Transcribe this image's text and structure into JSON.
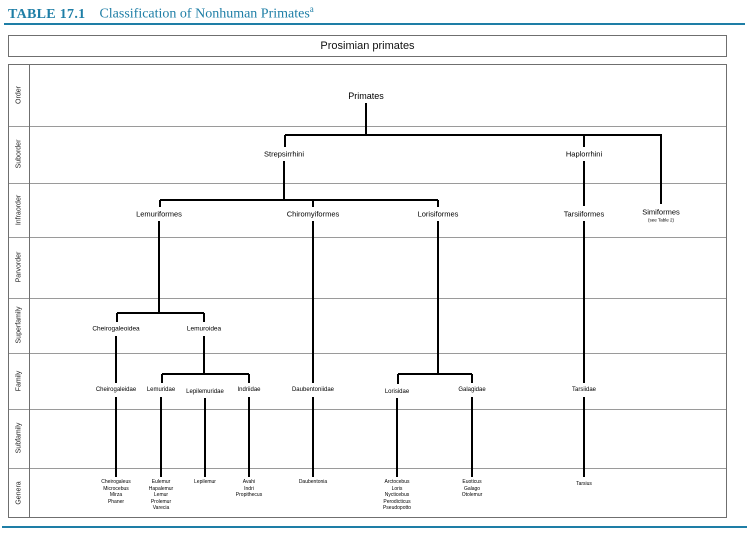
{
  "title": {
    "label": "TABLE 17.1",
    "text": "Classification of Nonhuman Primates",
    "superscript": "a"
  },
  "header": "Prosimian primates",
  "rank_labels": [
    "Order",
    "Suborder",
    "Infraorder",
    "Parvorder",
    "Superfamily",
    "Family",
    "Subfamily",
    "Genera"
  ],
  "tree": {
    "order": "Primates",
    "suborder": {
      "strepsirrhini": "Strepsirrhini",
      "haplorrhini": "Haplorrhini"
    },
    "infraorder": {
      "lemuriformes": "Lemuriformes",
      "chiromyiformes": "Chiromyiformes",
      "lorisiformes": "Lorisiformes",
      "tarsiiformes": "Tarsiiformes",
      "simiformes": "Simiformes",
      "simiformes_note": "(see Table 2)"
    },
    "superfamily": {
      "cheirogaleoidea": "Cheirogaleoidea",
      "lemuroidea": "Lemuroidea"
    },
    "family": {
      "cheirogaleidae": "Cheirogaleidae",
      "lemuridae": "Lemuridae",
      "lepilemuridae": "Lepilemuridae",
      "indriidae": "Indriidae",
      "daubentoniidae": "Daubentoniidae",
      "lorisidae": "Lorisidae",
      "galagidae": "Galagidae",
      "tarsiidae": "Tarsiidae"
    },
    "genera": {
      "cheirogaleidae": "Cheirogaleus\nMicrocebus\nMirza\nPhaner",
      "lemuridae": "Eulemur\nHapalemur\nLemur\nProlemur\nVarecia",
      "lepilemuridae": "Lepilemur",
      "indriidae": "Avahi\nIndri\nPropithecus",
      "daubentoniidae": "Daubentonia",
      "lorisidae": "Arctocebus\nLoris\nNycticebus\nPerodicticus\nPseudopotto",
      "galagidae": "Euoticus\nGalago\nOtolemur",
      "tarsiidae": "Tarsius"
    }
  },
  "colors": {
    "accent": "#1e7ea6",
    "tree_line": "#000000",
    "grid_line": "#9a9a9a",
    "border": "#6f6f6f"
  }
}
